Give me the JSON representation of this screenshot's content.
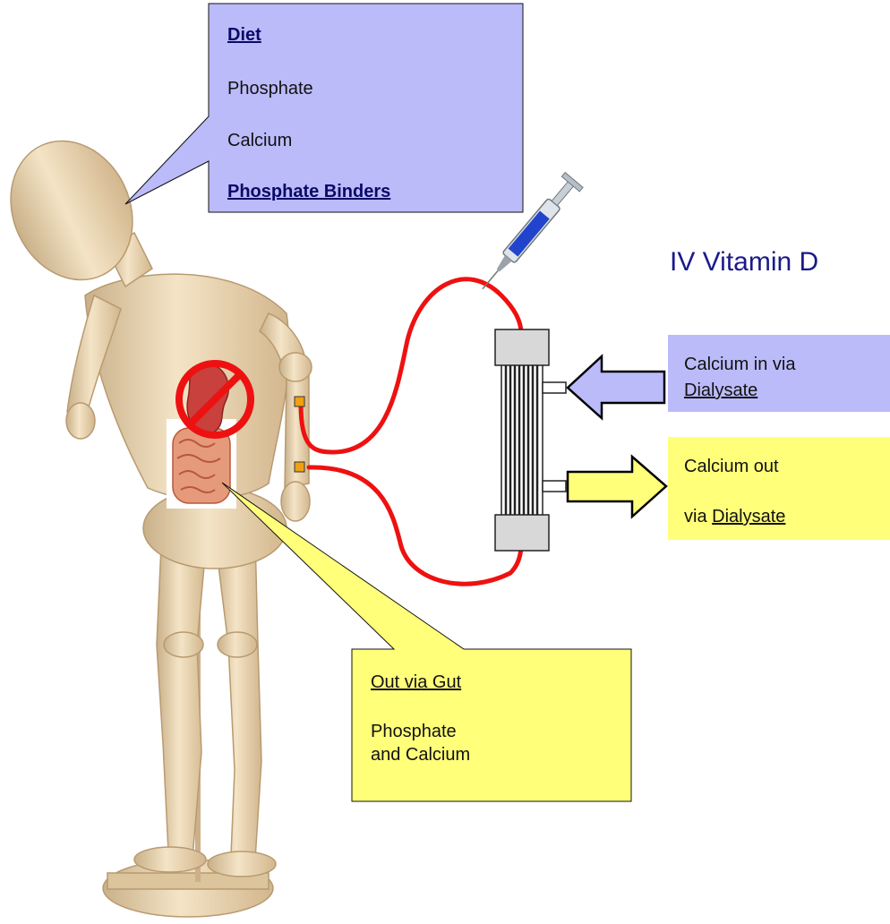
{
  "diet_callout": {
    "heading": "Diet",
    "item1": "Phosphate",
    "item2": "Calcium",
    "binders": "Phosphate Binders"
  },
  "vitamin_label": "IV Vitamin D",
  "calcium_in": {
    "line1": "Calcium in via",
    "link": "Dialysate"
  },
  "calcium_out": {
    "line1": "Calcium out",
    "line2_prefix": "via ",
    "link": "Dialysate"
  },
  "gut_callout": {
    "heading": "Out via Gut",
    "line1": "Phosphate",
    "line2": "and Calcium"
  },
  "colors": {
    "lavender": "#bbbbfa",
    "yellow": "#ffff7a",
    "tubing": "#ee1111",
    "navy": "#0a0a66",
    "vitamin_text": "#1a1a8a"
  }
}
